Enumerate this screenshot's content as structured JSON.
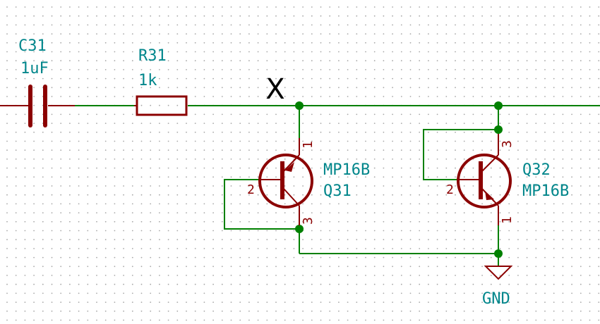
{
  "schematic": {
    "colors": {
      "wire": "#008000",
      "body": "#8b0000",
      "label": "#00868b",
      "junction": "#008000",
      "noconnect": "#000000",
      "grid_dot": "#a8a8a8"
    },
    "capacitor": {
      "ref": "C31",
      "value": "1uF"
    },
    "resistor": {
      "ref": "R31",
      "value": "1k"
    },
    "q31": {
      "value": "MP16B",
      "ref": "Q31",
      "pin_base": "2",
      "pin_top": "1",
      "pin_bottom": "3"
    },
    "q32": {
      "value": "MP16B",
      "ref": "Q32",
      "pin_base": "2",
      "pin_top": "3",
      "pin_bottom": "1"
    },
    "no_connect": {
      "label": "X"
    },
    "ground": {
      "label": "GND"
    }
  }
}
